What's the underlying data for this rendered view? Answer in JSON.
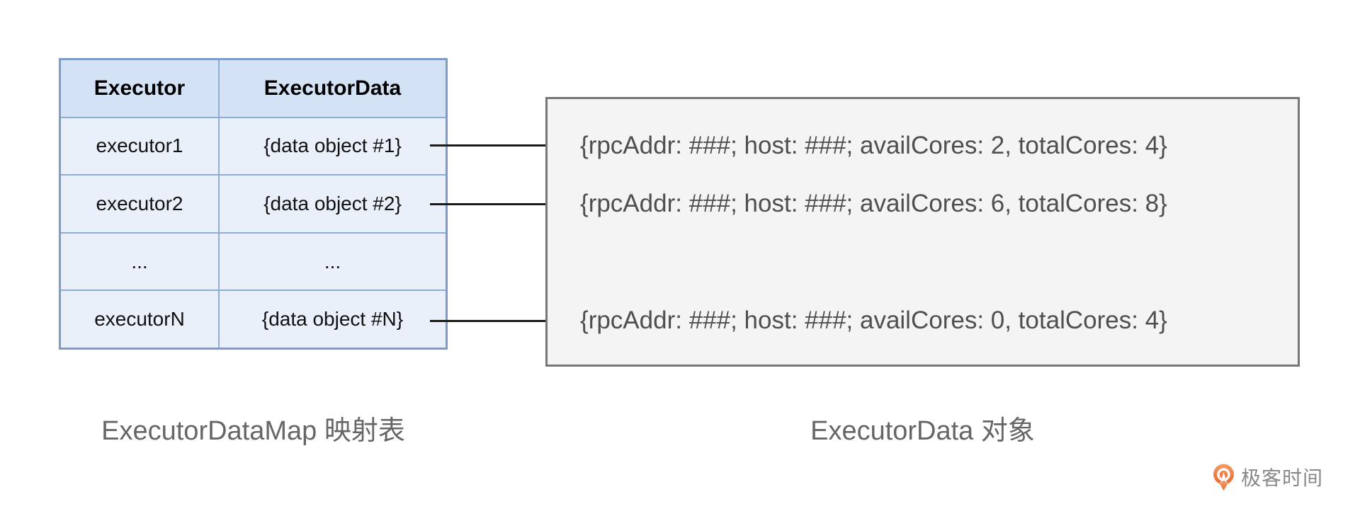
{
  "diagram": {
    "table": {
      "headers": [
        "Executor",
        "ExecutorData"
      ],
      "rows": [
        {
          "executor": "executor1",
          "data": "{data object #1}"
        },
        {
          "executor": "executor2",
          "data": "{data object #2}"
        },
        {
          "executor": "...",
          "data": "..."
        },
        {
          "executor": "executorN",
          "data": "{data object #N}"
        }
      ],
      "caption": "ExecutorDataMap 映射表"
    },
    "objects_box": {
      "lines": [
        "{rpcAddr: ###; host: ###; availCores: 2, totalCores: 4}",
        "{rpcAddr: ###; host: ###; availCores: 6, totalCores: 8}",
        "{rpcAddr: ###; host: ###; availCores: 0, totalCores: 4}"
      ],
      "caption": "ExecutorData 对象"
    },
    "arrows": [
      {
        "from": "executor1 data cell",
        "to": "object line 1"
      },
      {
        "from": "executor2 data cell",
        "to": "object line 2"
      },
      {
        "from": "executorN data cell",
        "to": "object line 3"
      }
    ]
  },
  "branding": {
    "logo_text": "极客时间"
  },
  "colors": {
    "table_header_bg": "#d3e2f4",
    "table_row_bg": "#e9f0fa",
    "table_border": "#7d9cc7",
    "box_bg": "#f4f4f4",
    "box_border": "#767676",
    "box_text": "#4f4f4f",
    "caption_text": "#666666",
    "arrow": "#1a1a1a",
    "logo_orange": "#ed7137",
    "logo_text_gray": "#888888"
  }
}
